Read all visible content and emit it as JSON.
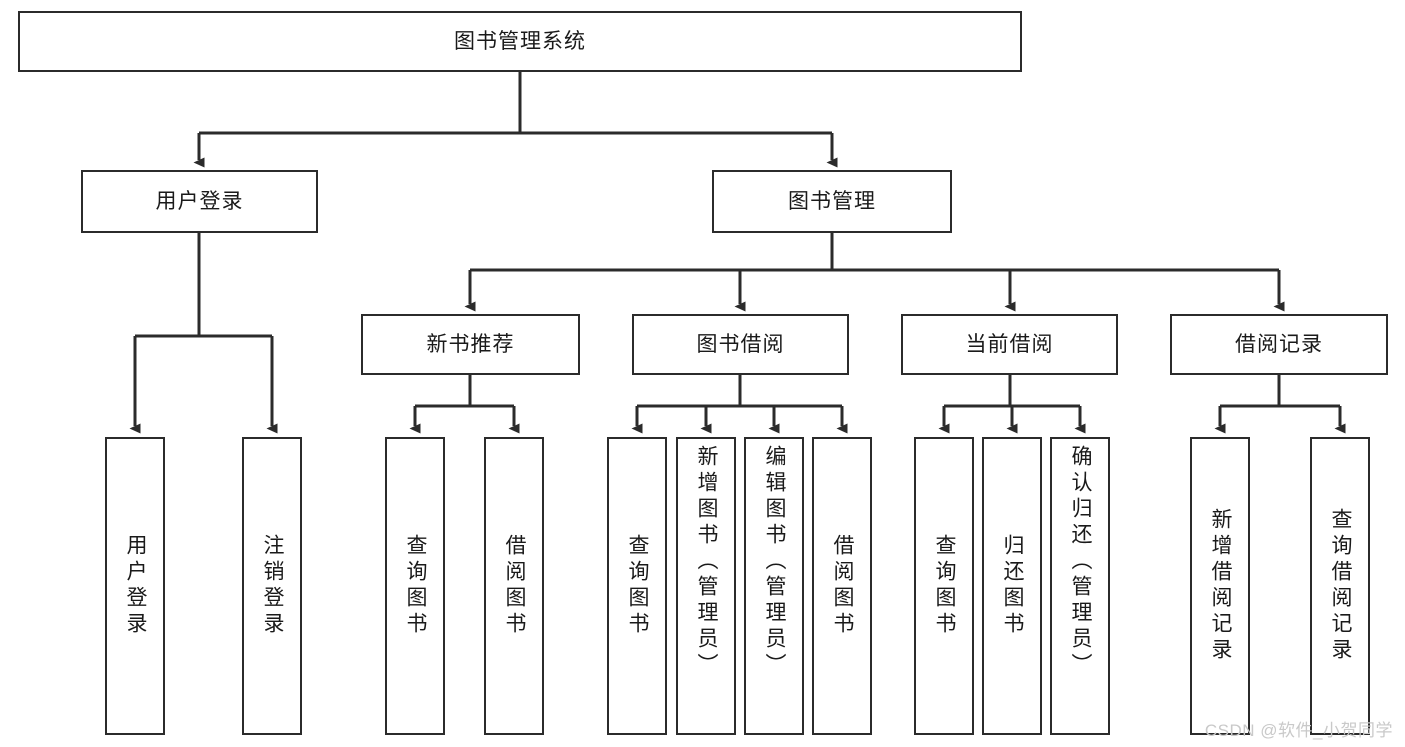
{
  "diagram": {
    "title": "图书管理系统",
    "watermark": "CSDN @软件_小贺同学",
    "stroke_color": "#2b2b2b",
    "background_color": "#ffffff",
    "text_color": "#1a1a1a",
    "watermark_color": "#c9c9c9",
    "type": "tree",
    "root": {
      "label": "图书管理系统"
    },
    "level2": [
      {
        "label": "用户登录"
      },
      {
        "label": "图书管理"
      }
    ],
    "level3": [
      {
        "label": "新书推荐"
      },
      {
        "label": "图书借阅"
      },
      {
        "label": "当前借阅"
      },
      {
        "label": "借阅记录"
      }
    ],
    "leaves": {
      "user_login": [
        {
          "label": "用户登录"
        },
        {
          "label": "注销登录"
        }
      ],
      "new_book": [
        {
          "label": "查询图书"
        },
        {
          "label": "借阅图书"
        }
      ],
      "book_borrow": [
        {
          "label": "查询图书"
        },
        {
          "label": "新增图书（管理员）"
        },
        {
          "label": "编辑图书（管理员）"
        },
        {
          "label": "借阅图书"
        }
      ],
      "current_borrow": [
        {
          "label": "查询图书"
        },
        {
          "label": "归还图书"
        },
        {
          "label": "确认归还（管理员）"
        }
      ],
      "borrow_record": [
        {
          "label": "新增借阅记录"
        },
        {
          "label": "查询借阅记录"
        }
      ]
    }
  }
}
